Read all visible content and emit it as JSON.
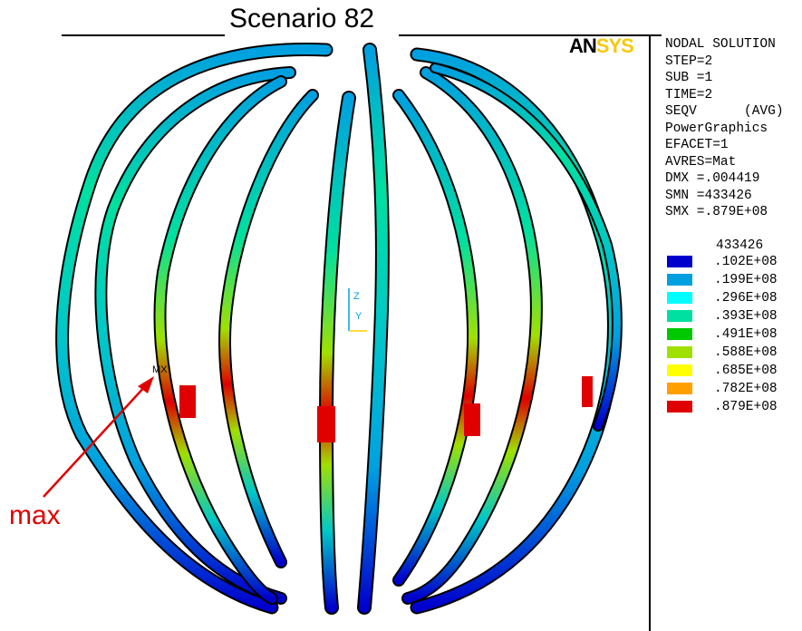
{
  "title": "Scenario 82",
  "logo": {
    "part1": "AN",
    "part2": "SYS"
  },
  "info_lines": [
    "NODAL SOLUTION",
    "STEP=2",
    "SUB =1",
    "TIME=2",
    "SEQV      (AVG)",
    "PowerGraphics",
    "EFACET=1",
    "AVRES=Mat",
    "DMX =.004419",
    "SMN =433426",
    "SMX =.879E+08"
  ],
  "legend": {
    "min_label": "433426",
    "items": [
      {
        "color": "#0000cc",
        "label": ".102E+08"
      },
      {
        "color": "#00a0e0",
        "label": ".199E+08"
      },
      {
        "color": "#00ffff",
        "label": ".296E+08"
      },
      {
        "color": "#00e0a0",
        "label": ".393E+08"
      },
      {
        "color": "#00c800",
        "label": ".491E+08"
      },
      {
        "color": "#a0e000",
        "label": ".588E+08"
      },
      {
        "color": "#ffff00",
        "label": ".685E+08"
      },
      {
        "color": "#ffa000",
        "label": ".782E+08"
      },
      {
        "color": "#e00000",
        "label": ".879E+08"
      }
    ]
  },
  "annotation": {
    "label": "max",
    "color": "#e00000"
  },
  "axis_triad": {
    "z": "Z",
    "y": "Y"
  }
}
